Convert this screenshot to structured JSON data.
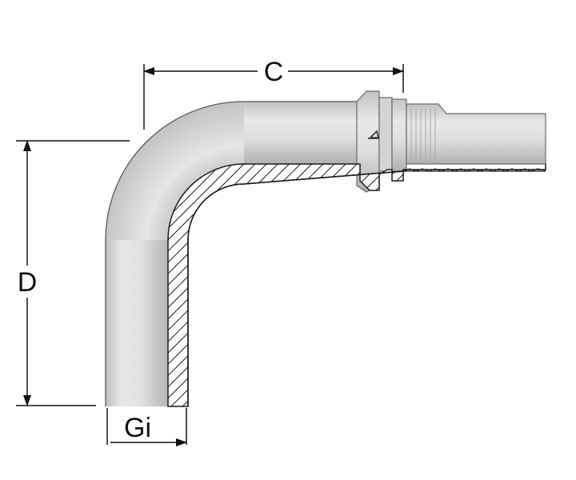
{
  "labels": {
    "c": "C",
    "d": "D",
    "gi": "Gi"
  },
  "colors": {
    "metal_light": "#e4e4e4",
    "metal_mid": "#bdbdbd",
    "metal_dark": "#8f8f8f",
    "outline": "#5a5a5a",
    "dimension_line": "#111111",
    "hatch": "#1a1a1a"
  }
}
